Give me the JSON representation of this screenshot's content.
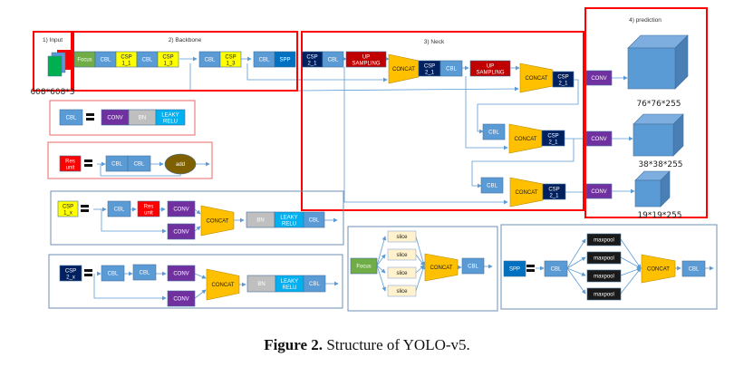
{
  "colors": {
    "cbl": "#5b9bd5",
    "csp1": "#ffff00",
    "csp2": "#002060",
    "focus": "#70ad47",
    "spp": "#0070c0",
    "upsampling": "#c00000",
    "concat": "#ffc000",
    "conv": "#7030a0",
    "bn": "#bfbfbf",
    "leaky_relu": "#00b0f0",
    "res_unit": "#ff0000",
    "add": "#7f6000",
    "slice": "#fff2cc",
    "maxpool": "#1a1a1a",
    "section_border": "#ff0000",
    "legend_border": "#6d8fb5",
    "arrow": "#5b9bd5",
    "cube": "#5b9bd5"
  },
  "sections": {
    "input": {
      "title": "1) Input",
      "dims": "608*608*3"
    },
    "backbone": {
      "title": "2) Backbone",
      "row1": [
        "Focus",
        "CBL",
        "CSP\n1_1",
        "CBL",
        "CSP\n1_3"
      ],
      "row2": [
        "CBL",
        "CSP\n1_3"
      ],
      "row3": [
        "CBL",
        "SPP"
      ]
    },
    "neck": {
      "title": "3) Neck",
      "top_row": [
        "CSP\n2_1",
        "CBL",
        "UP\nSAMPLING",
        "CONCAT",
        "CSP\n2_1",
        "CBL",
        "UP\nSAMPLING",
        "CONCAT",
        "CSP\n2_1"
      ],
      "mid_row": [
        "CBL",
        "CONCAT",
        "CSP\n2_1"
      ],
      "bottom_row": [
        "CBL",
        "CONCAT",
        "CSP\n2_1"
      ]
    },
    "prediction": {
      "title": "4) prediction",
      "heads": [
        {
          "conv": "CONV",
          "dims": "76*76*255"
        },
        {
          "conv": "CONV",
          "dims": "38*38*255"
        },
        {
          "conv": "CONV",
          "dims": "19*19*255"
        }
      ]
    }
  },
  "legends": {
    "cbl": {
      "name": "CBL",
      "parts": [
        "CONV",
        "BN",
        "LEAKY\nRELU"
      ]
    },
    "res_unit": {
      "name": "Res\nunit",
      "parts": [
        "CBL",
        "CBL"
      ],
      "add": "add"
    },
    "csp1_x": {
      "name": "CSP\n1_x",
      "top": [
        "CBL",
        "Res\nunit",
        "CONV"
      ],
      "bottom": "CONV",
      "concat": "CONCAT",
      "tail": [
        "BN",
        "LEAKY\nRELU",
        "CBL"
      ]
    },
    "csp2_x": {
      "name": "CSP\n2_x",
      "top": [
        "CBL",
        "CBL",
        "CONV"
      ],
      "bottom": "CONV",
      "concat": "CONCAT",
      "tail": [
        "BN",
        "LEAKY\nRELU",
        "CBL"
      ]
    },
    "focus": {
      "name": "Focus",
      "slices": [
        "slice",
        "slice",
        "slice",
        "slice"
      ],
      "concat": "CONCAT",
      "tail": "CBL"
    },
    "spp": {
      "name": "SPP",
      "head": "CBL",
      "pools": [
        "maxpool",
        "maxpool",
        "maxpool",
        "maxpool"
      ],
      "concat": "CONCAT",
      "tail": "CBL"
    }
  },
  "caption": {
    "label": "Figure 2.",
    "text": " Structure of YOLO-v5."
  }
}
